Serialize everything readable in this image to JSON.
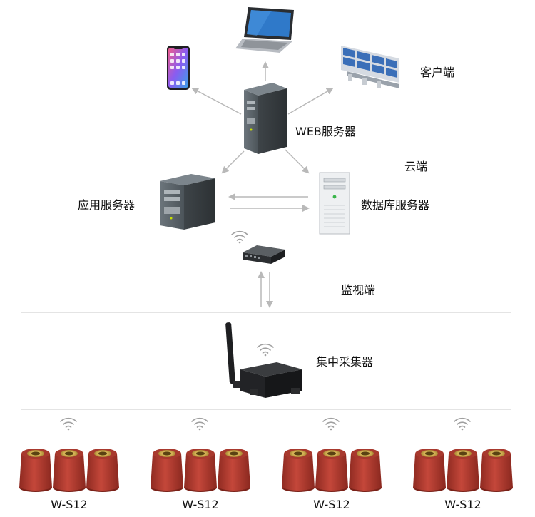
{
  "labels": {
    "client": "客户端",
    "web_server": "WEB服务器",
    "cloud": "云端",
    "app_server": "应用服务器",
    "db_server": "数据库服务器",
    "monitor": "监视端",
    "collector": "集中采集器"
  },
  "sensor_groups": [
    {
      "label": "W-S12"
    },
    {
      "label": "W-S12"
    },
    {
      "label": "W-S12"
    },
    {
      "label": "W-S12"
    }
  ],
  "colors": {
    "arrow": "#b9b9b9",
    "divider": "#c8c8c8",
    "server_body": "#5d666d",
    "sensor_red": "#b23a2f",
    "sensor_brass": "#c9a24a",
    "laptop_screen": "#2f79c9",
    "wifi": "#9a9a9a"
  },
  "icons": [
    "smartphone-icon",
    "laptop-icon",
    "monitor-wall-icon",
    "web-server-icon",
    "app-server-icon",
    "db-server-icon",
    "switch-icon",
    "wifi-icon",
    "collector-icon",
    "sensor-icon"
  ]
}
